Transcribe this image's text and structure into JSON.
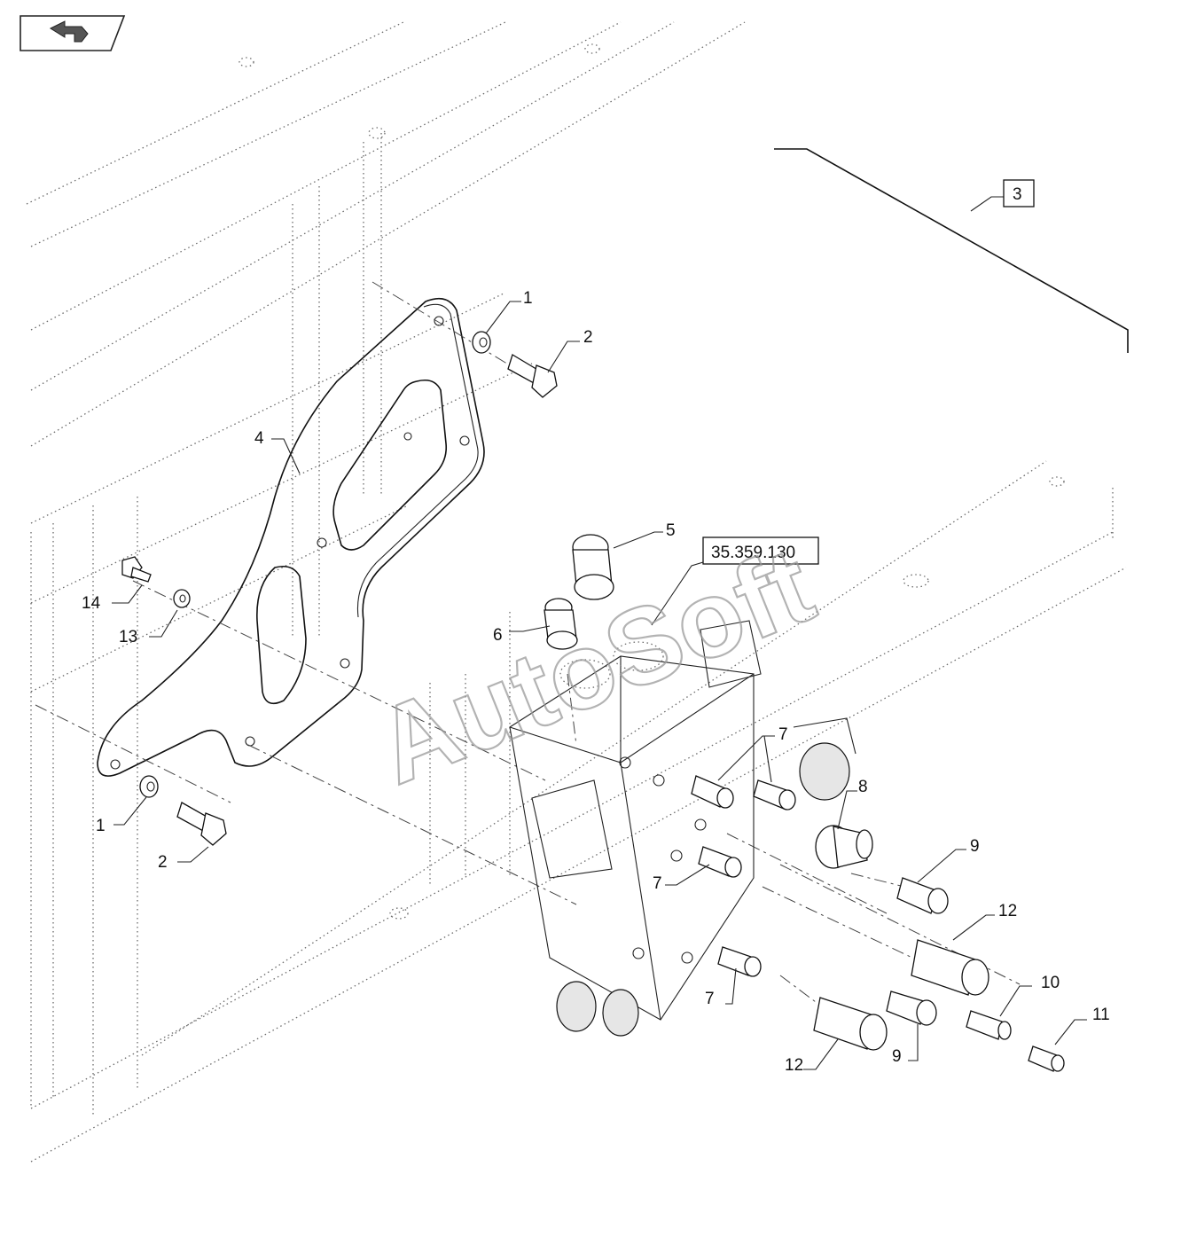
{
  "nav": {
    "icon": "return-arrow-icon"
  },
  "callouts": {
    "c1a": "1",
    "c2a": "2",
    "c1b": "1",
    "c2b": "2",
    "c3": "3",
    "c4": "4",
    "c5": "5",
    "c6": "6",
    "c7a": "7",
    "c7b": "7",
    "c7c": "7",
    "c8": "8",
    "c9a": "9",
    "c9b": "9",
    "c10": "10",
    "c11": "11",
    "c12a": "12",
    "c12b": "12",
    "c13": "13",
    "c14": "14"
  },
  "reference": {
    "code": "35.359.130"
  },
  "watermark": {
    "text": "AutoSoft"
  }
}
